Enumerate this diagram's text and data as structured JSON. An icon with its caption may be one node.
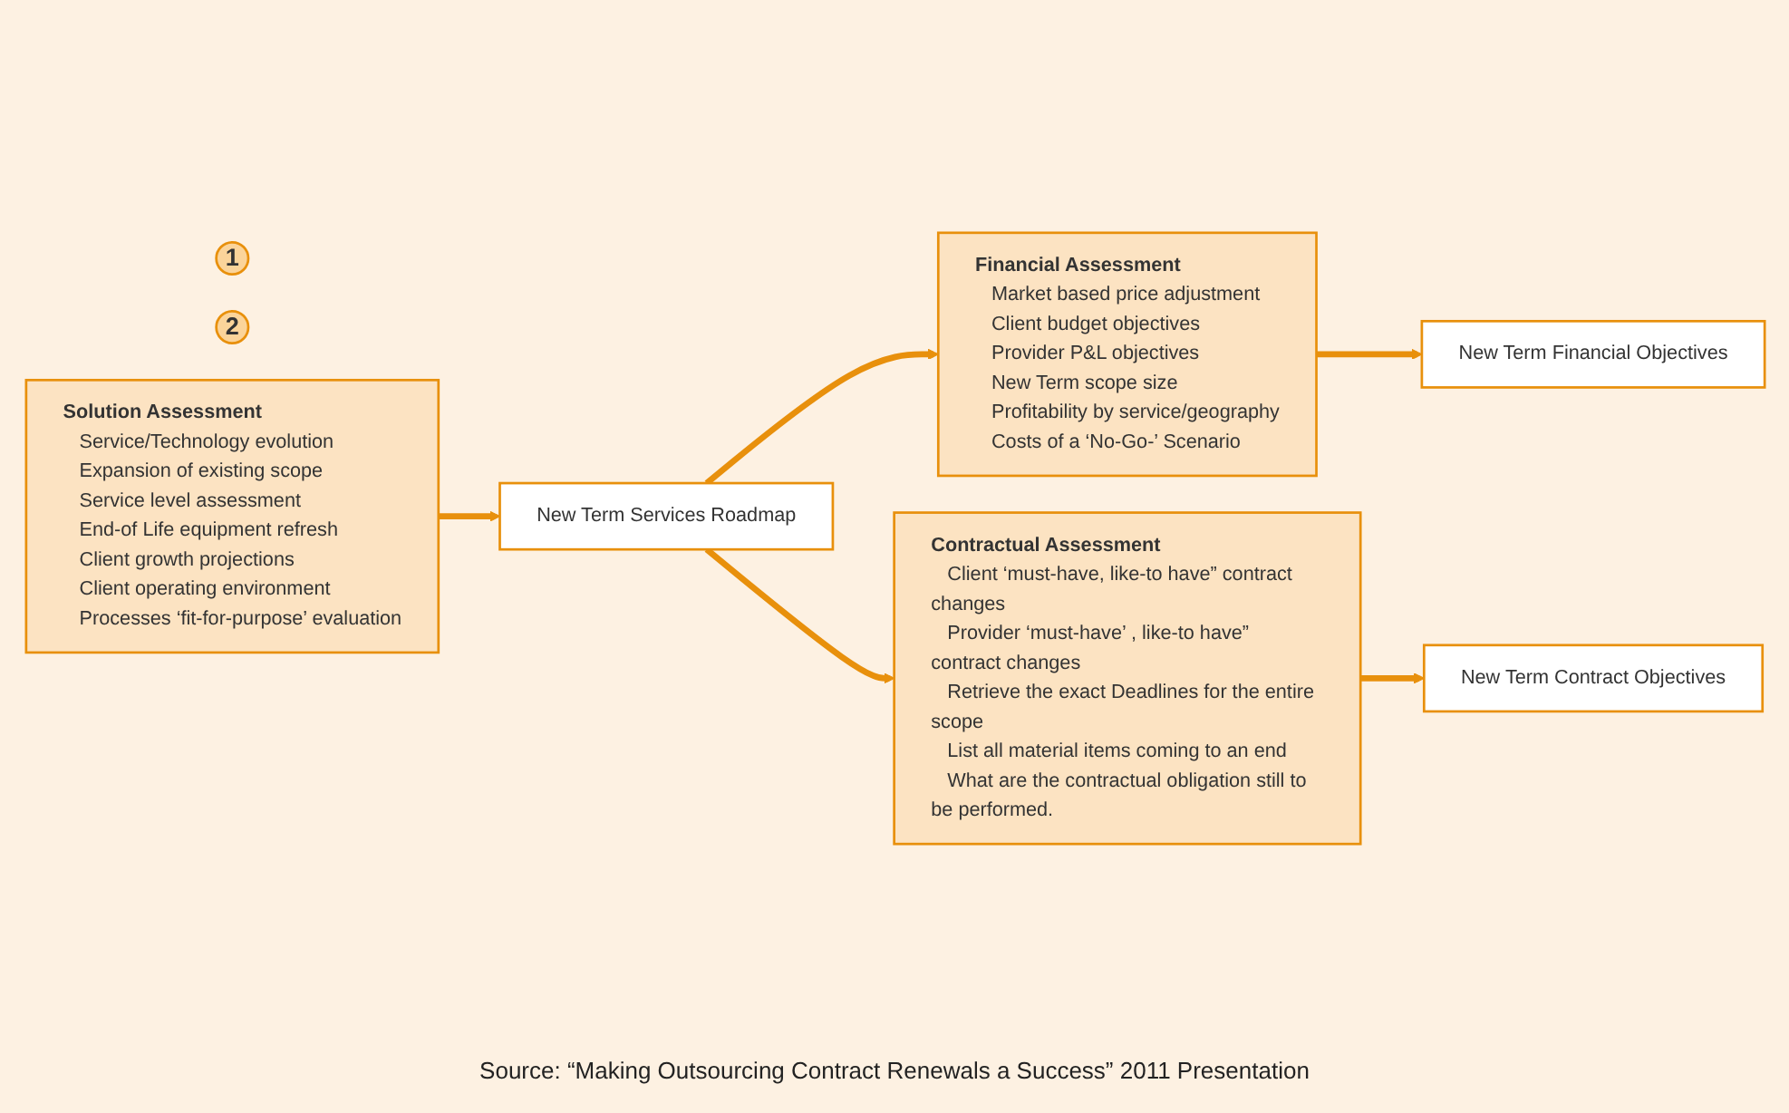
{
  "diagram": {
    "caption": "Source: “Making Outsourcing Contract Renewals a Success” 2011 Presentation",
    "nodes": [
      {
        "text": [
          "1"
        ]
      },
      {
        "text": [
          "2"
        ]
      },
      {
        "text": [
          "Solution Assessment",
          "Service/Technology evolution",
          "Expansion of existing scope",
          "Service level assessment",
          "End-of Life equipment refresh",
          "Client growth projections",
          "Client operating environment",
          "Processes ‘fit-for-purpose’ evaluation"
        ]
      },
      {
        "text": [
          "New Term Services Roadmap"
        ]
      },
      {
        "text": [
          "Financial Assessment",
          "Market based price adjustment",
          "Client budget objectives",
          "Provider P&L objectives",
          "New Term scope size",
          "Profitability by service/geography",
          "Costs of a ‘No-Go-’ Scenario"
        ]
      },
      {
        "text": [
          "Contractual Assessment",
          "Client ‘must-have, like-to have” contract changes",
          "Provider ‘must-have’ , like-to have” contract changes",
          "Retrieve the exact Deadlines for the entire scope",
          "List all material items coming to an end",
          "What are the contractual obligation still to be performed."
        ]
      },
      {
        "text": [
          "New Term Financial Objectives"
        ]
      },
      {
        "text": [
          "New Term Contract Objectives"
        ]
      }
    ],
    "edges": [
      {
        "from": 2,
        "to": 3,
        "arrow": "to"
      },
      {
        "from": 3,
        "to": 4,
        "arrow": "to"
      },
      {
        "from": 3,
        "to": 5,
        "arrow": "to"
      },
      {
        "from": 4,
        "to": 6,
        "arrow": "to"
      },
      {
        "from": 5,
        "to": 7,
        "arrow": "to"
      }
    ]
  }
}
